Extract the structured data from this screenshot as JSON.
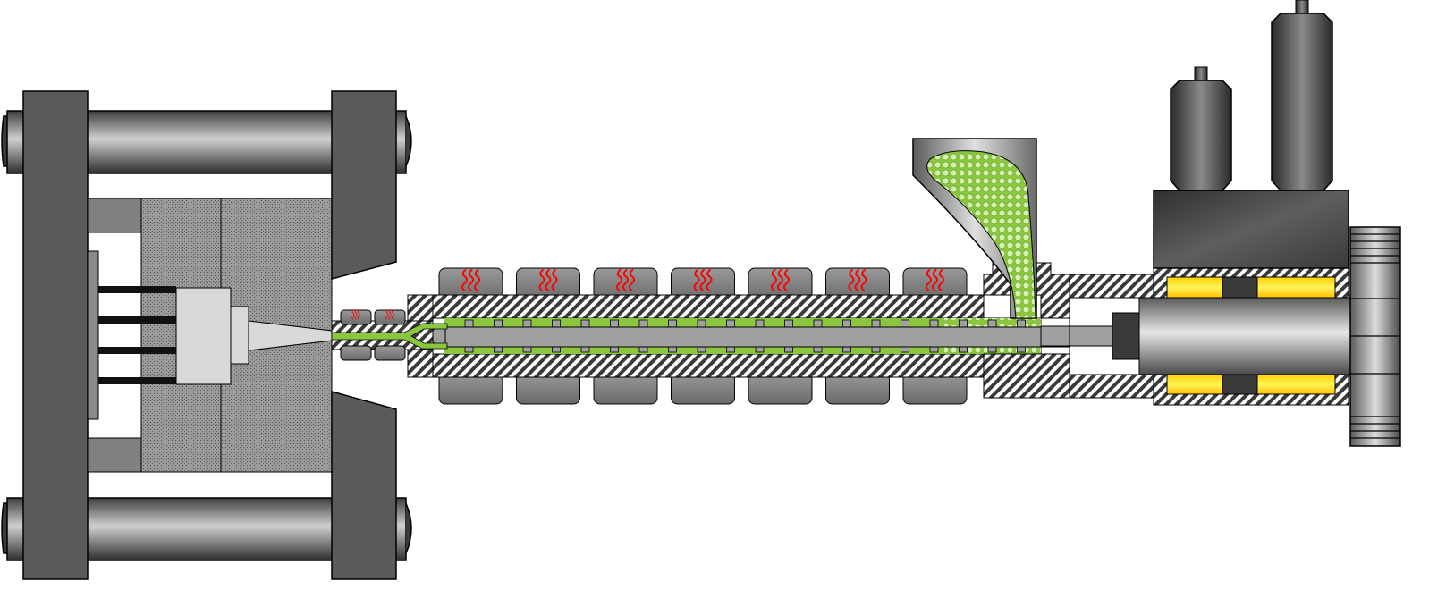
{
  "diagram": {
    "kind": "injection-molding-machine-cross-section",
    "heater_band_count": 7,
    "nozzle_heater_count": 2,
    "screw_flight_count": 20,
    "ejector_pin_count": 4,
    "motor_count": 2,
    "heat_icon": "heat-waves-icon",
    "colors": {
      "frame_dark": "#5a5a5a",
      "plate_gray": "#808080",
      "mold_fill": "#9a9a9a",
      "light_gray": "#d9d9d9",
      "melt_green": "#8cc63f",
      "pellet_green": "#c9e8a2",
      "heat_red": "#ff0000",
      "coil_yellow": "#ffe200",
      "stroke": "#000000"
    }
  }
}
